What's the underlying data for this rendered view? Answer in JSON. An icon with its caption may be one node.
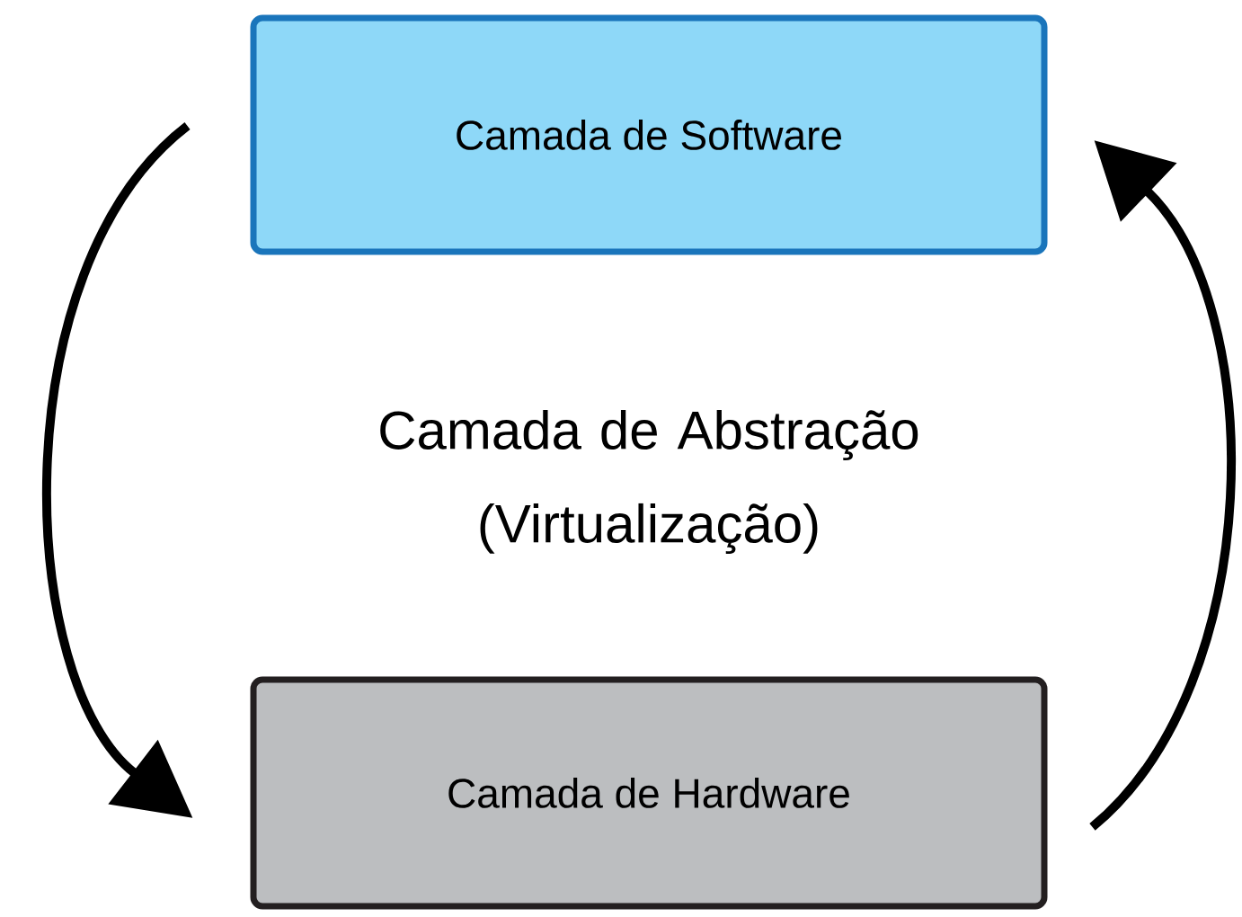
{
  "diagram": {
    "nodes": [
      {
        "text": [
          "Camada de Software"
        ]
      },
      {
        "text": [
          "Camada de Hardware"
        ]
      }
    ],
    "edges": [
      {
        "from": 0,
        "to": 1,
        "arrow": "to"
      },
      {
        "from": 1,
        "to": 0,
        "arrow": "to"
      }
    ],
    "labels": [
      "Camada de Abstração (Virtualização)"
    ]
  }
}
